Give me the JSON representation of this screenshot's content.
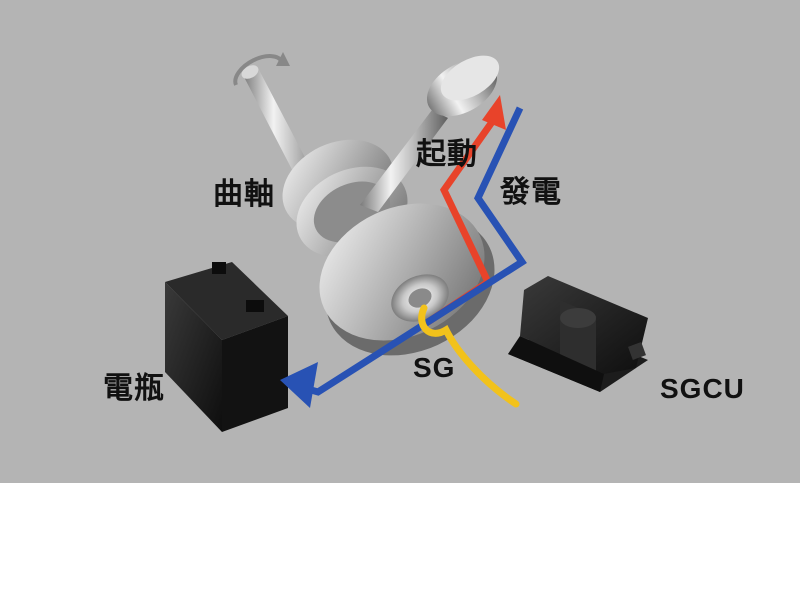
{
  "labels": {
    "crankshaft": "曲軸",
    "start": "起動",
    "generate": "發電",
    "battery": "電瓶",
    "sg": "SG",
    "sgcu": "SGCU"
  },
  "colors": {
    "background": "#b4b4b4",
    "start_arrow": "#e8432a",
    "generate_arrow": "#2852b4",
    "signal_wire": "#f2c21b",
    "metal": "#d8d8d8",
    "component_dark": "#1e1e1e"
  },
  "icons": {
    "rotation": "rotation-arrow-icon"
  }
}
